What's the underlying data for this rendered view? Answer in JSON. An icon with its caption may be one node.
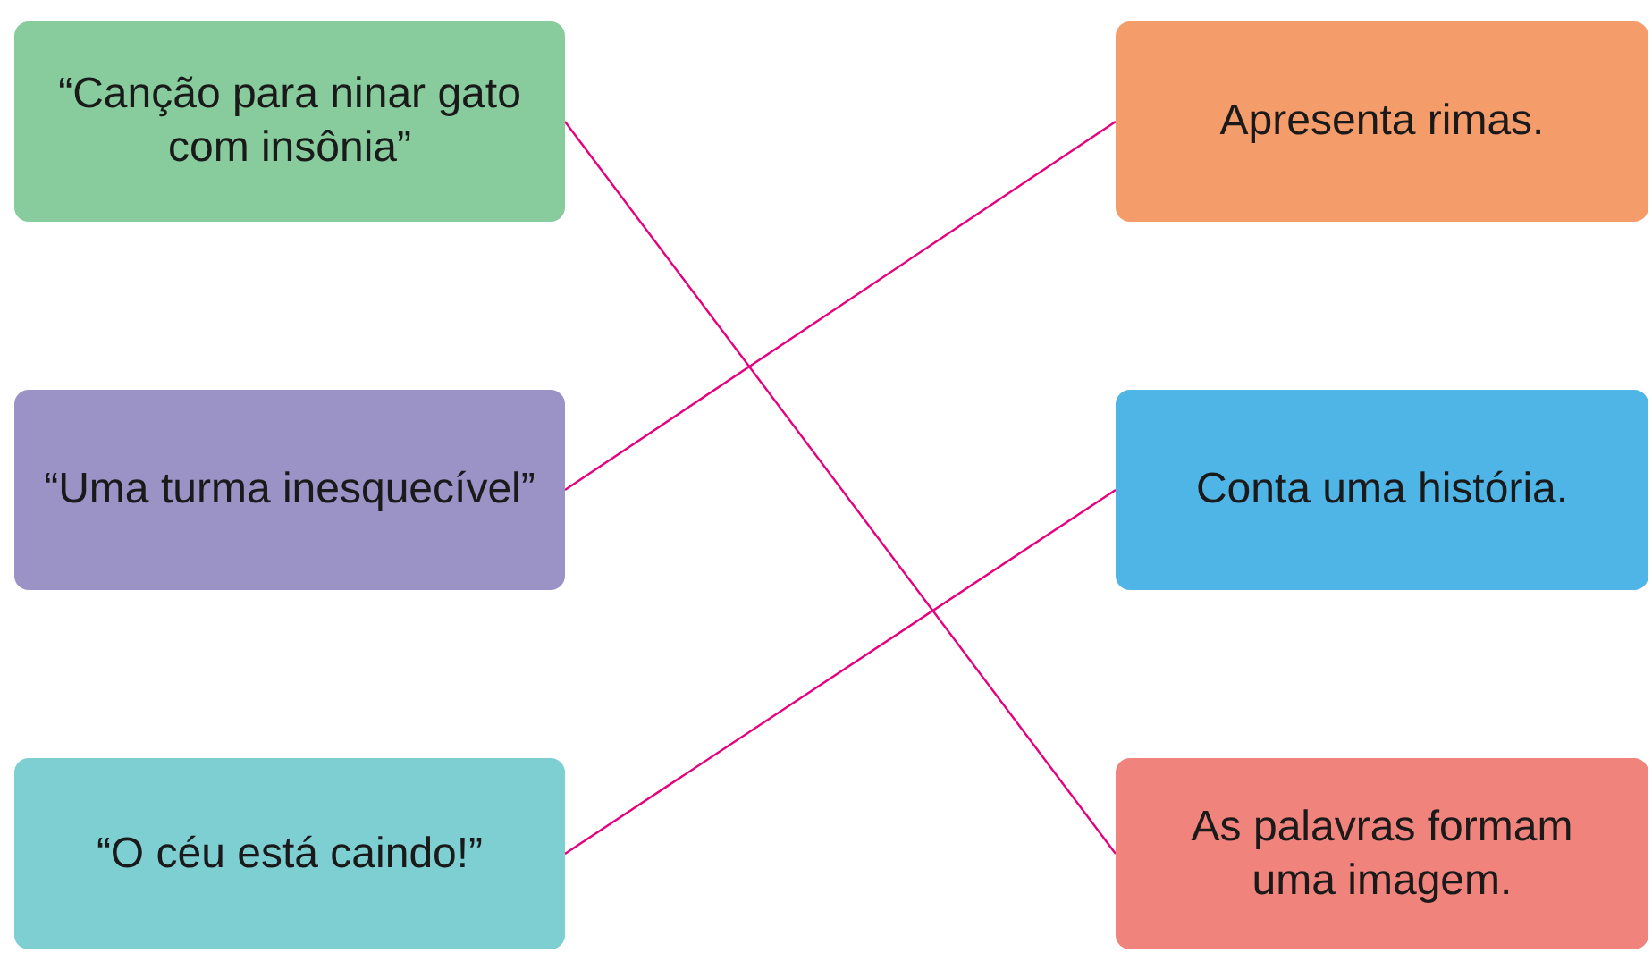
{
  "diagram": {
    "nodes": [
      {
        "text": [
          "“Canção para ninar gato com insônia”"
        ]
      },
      {
        "text": [
          "Apresenta rimas."
        ]
      },
      {
        "text": [
          "“Uma turma inesquecível”"
        ]
      },
      {
        "text": [
          "Conta uma história."
        ]
      },
      {
        "text": [
          "“O céu está caindo!”"
        ]
      },
      {
        "text": [
          "As palavras formam uma imagem."
        ]
      }
    ],
    "edges": [
      {
        "from": 0,
        "to": 5,
        "arrow": "none"
      },
      {
        "from": 2,
        "to": 1,
        "arrow": "none"
      },
      {
        "from": 4,
        "to": 3,
        "arrow": "none"
      }
    ]
  }
}
